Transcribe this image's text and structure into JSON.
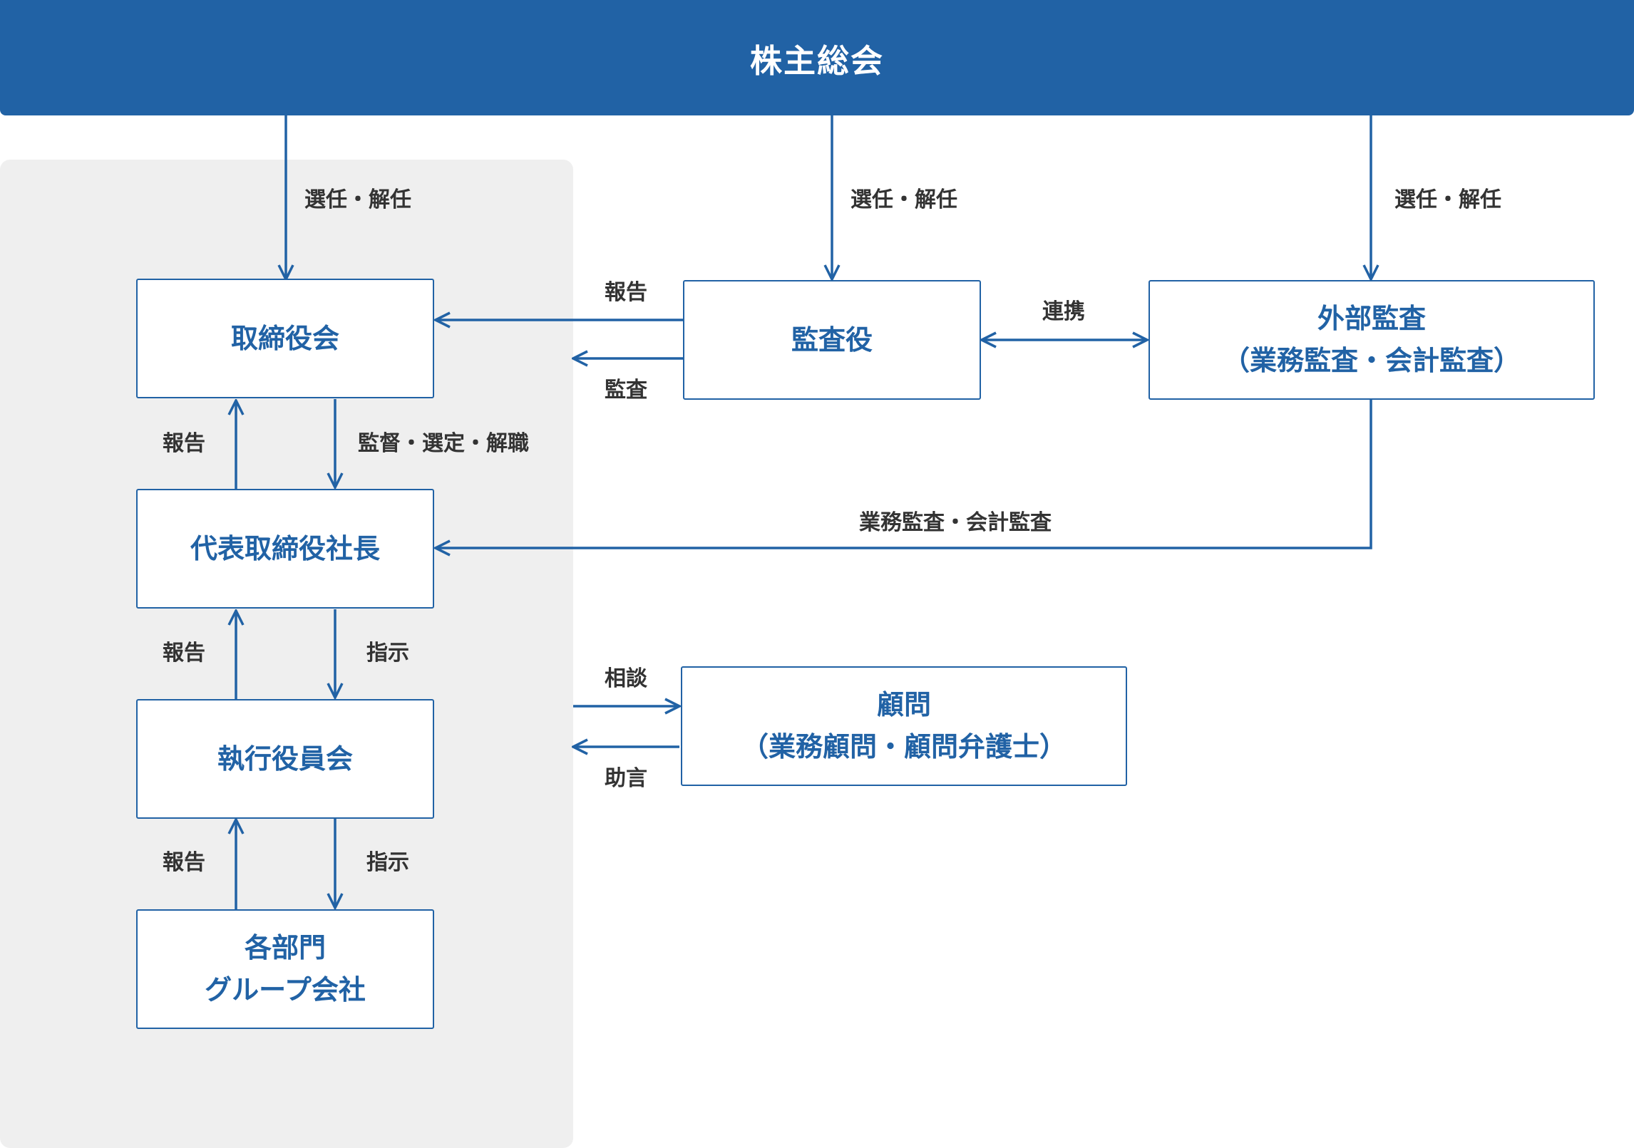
{
  "colors": {
    "accent": "#2162a5",
    "panel": "#efefef",
    "label_text": "#333333"
  },
  "nodes": {
    "shareholders_meeting": "株主総会",
    "board_of_directors": "取締役会",
    "auditors": "監査役",
    "external_audit": {
      "line1": "外部監査",
      "line2": "（業務監査・会計監査）"
    },
    "president": "代表取締役社長",
    "executive_committee": "執行役員会",
    "departments": {
      "line1": "各部門",
      "line2": "グループ会社"
    },
    "advisors": {
      "line1": "顧問",
      "line2": "（業務顧問・顧問弁護士）"
    }
  },
  "edge_labels": {
    "elect_dismiss_board": "選任・解任",
    "elect_dismiss_auditors": "選任・解任",
    "elect_dismiss_external": "選任・解任",
    "report_auditor_to_board": "報告",
    "audit_auditor_to_panel": "監査",
    "cooperation": "連携",
    "report_president_to_board": "報告",
    "supervise": "監督・選定・解職",
    "external_to_president": "業務監査・会計監査",
    "report_exec_to_president": "報告",
    "instruct_president_to_exec": "指示",
    "consult": "相談",
    "advice": "助言",
    "report_dept_to_exec": "報告",
    "instruct_exec_to_dept": "指示"
  }
}
